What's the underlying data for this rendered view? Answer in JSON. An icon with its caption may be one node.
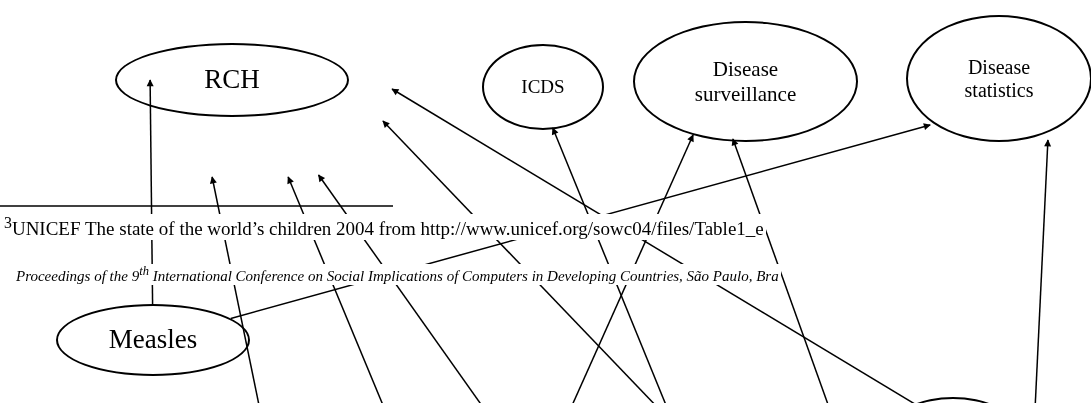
{
  "diagram": {
    "nodes": [
      {
        "text": [
          "RCH"
        ]
      },
      {
        "text": [
          "ICDS"
        ]
      },
      {
        "text": [
          "Disease surveillance"
        ]
      },
      {
        "text": [
          "Disease statistics"
        ]
      },
      {
        "text": [
          "Measles"
        ]
      },
      {
        "text": [],
        "shape": "ellipse"
      }
    ],
    "edges": [
      {
        "from": 4,
        "to": 0,
        "arrow": "to"
      },
      {
        "from": 4,
        "to": 3,
        "arrow": "to"
      },
      {
        "from": null,
        "to": 0,
        "arrow": "to"
      },
      {
        "from": null,
        "to": 0,
        "arrow": "to"
      },
      {
        "from": null,
        "to": 0,
        "arrow": "to"
      },
      {
        "from": null,
        "to": 0,
        "arrow": "to"
      },
      {
        "from": null,
        "to": 1,
        "arrow": "to"
      },
      {
        "from": null,
        "to": 2,
        "arrow": "to"
      },
      {
        "from": null,
        "to": 2,
        "arrow": "to"
      },
      {
        "from": null,
        "to": 3,
        "arrow": "to"
      },
      {
        "from": 5,
        "to": 0,
        "arrow": "to"
      }
    ],
    "labels": [
      "$^{3}$UNICEF The state of the world’s children 2004 from  http://www.unicef.org/sowc04/files/Table1_e",
      "Proceedings of the 9$^{th}$ International Conference on Social Implications of Computers in Developing Countries, São Paulo, Bra"
    ]
  }
}
